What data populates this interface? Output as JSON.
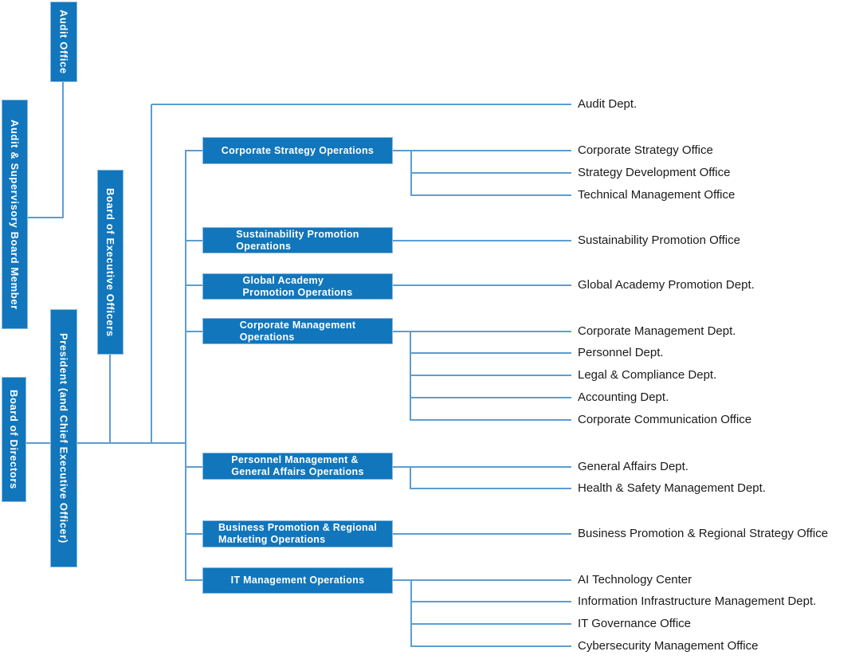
{
  "palette": {
    "box_fill": "#1176BC",
    "box_border": "#8CB9DD",
    "line": "#5C9DD2",
    "label_color": "#1A1A1A"
  },
  "governance_boxes": [
    {
      "id": "audit-office",
      "label": "Audit Office"
    },
    {
      "id": "audit-supervisory-board-member",
      "label": "Audit & Supervisory Board Member"
    },
    {
      "id": "board-of-executive-officers",
      "label": "Board of Executive Officers"
    },
    {
      "id": "president-ceo",
      "label": "President (and Chief Executive Officer)"
    },
    {
      "id": "board-of-directors",
      "label": "Board of Directors"
    }
  ],
  "audit_branch": {
    "label": "Audit Dept."
  },
  "operations": [
    {
      "label_lines": [
        "Corporate Strategy Operations"
      ],
      "children": [
        "Corporate Strategy Office",
        "Strategy Development Office",
        "Technical Management Office"
      ]
    },
    {
      "label_lines": [
        "Sustainability Promotion",
        "Operations"
      ],
      "children": [
        "Sustainability Promotion Office"
      ]
    },
    {
      "label_lines": [
        "Global Academy",
        "Promotion Operations"
      ],
      "children": [
        "Global Academy Promotion Dept."
      ]
    },
    {
      "label_lines": [
        "Corporate Management",
        "Operations"
      ],
      "children": [
        "Corporate Management Dept.",
        "Personnel Dept.",
        "Legal & Compliance Dept.",
        "Accounting Dept.",
        "Corporate Communication Office"
      ]
    },
    {
      "label_lines": [
        "Personnel Management &",
        "General Affairs Operations"
      ],
      "children": [
        "General Affairs Dept.",
        "Health & Safety Management Dept."
      ]
    },
    {
      "label_lines": [
        "Business Promotion & Regional",
        "Marketing Operations"
      ],
      "children": [
        "Business Promotion & Regional Strategy Office"
      ]
    },
    {
      "label_lines": [
        "IT Management Operations"
      ],
      "children": [
        "AI Technology Center",
        "Information Infrastructure Management Dept.",
        "IT Governance Office",
        "Cybersecurity Management Office"
      ]
    }
  ]
}
